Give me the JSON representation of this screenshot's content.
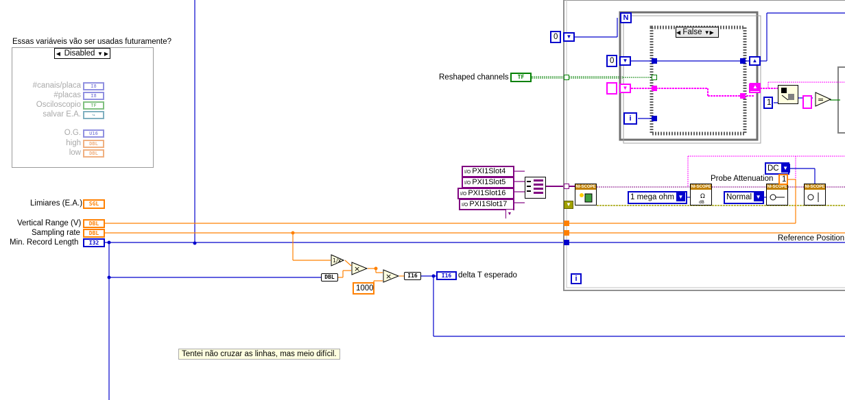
{
  "diagram": {
    "disable_box": {
      "title": "Essas variáveis vão ser usadas futuramente?",
      "selector": "Disabled"
    },
    "disabled_items": [
      {
        "label": "#canais/placa",
        "term": "I8"
      },
      {
        "label": "#placas",
        "term": "I8"
      },
      {
        "label": "Osciloscopio",
        "term": "TF"
      },
      {
        "label": "salvar E.A.",
        "term": "↪"
      },
      {
        "label": "O.G.",
        "term": "U16"
      },
      {
        "label": "high",
        "term": "DBL"
      },
      {
        "label": "low",
        "term": "DBL"
      }
    ],
    "controls": [
      {
        "label": "Limiares (E.A.)",
        "term": "SGL"
      },
      {
        "label": "Vertical Range (V)",
        "term": "DBL"
      },
      {
        "label": "Sampling rate",
        "term": "DBL"
      },
      {
        "label": "Min. Record Length",
        "term": "I32"
      }
    ],
    "reshaped": {
      "label": "Reshaped channels",
      "term": "TF"
    },
    "slots": [
      "PXI1Slot4",
      "PXI1Slot5",
      "PXI1Slot16",
      "PXI1Slot17"
    ],
    "slot_prefix": "I/O",
    "dbl_convert": "DBL",
    "const_1000": "1000",
    "i16_convert": "I16",
    "indicator": {
      "term": "I16",
      "label": "delta T esperado"
    },
    "note": "Tentei não cruzar as linhas, mas meio difícil.",
    "loop_n": "N",
    "loop_i": "i",
    "loop_i2": "i",
    "case_selector": "False",
    "const_0a": "0",
    "const_0b": "0",
    "const_1": "1",
    "const_1b": "1",
    "equal_sign": "=",
    "impedance": "1 mega ohm",
    "trigger_mode": "Normal",
    "coupling": "DC",
    "probe_label": "Probe Attenuation",
    "reference_label": "Reference Position",
    "niscope": "NI-SCOPE"
  }
}
